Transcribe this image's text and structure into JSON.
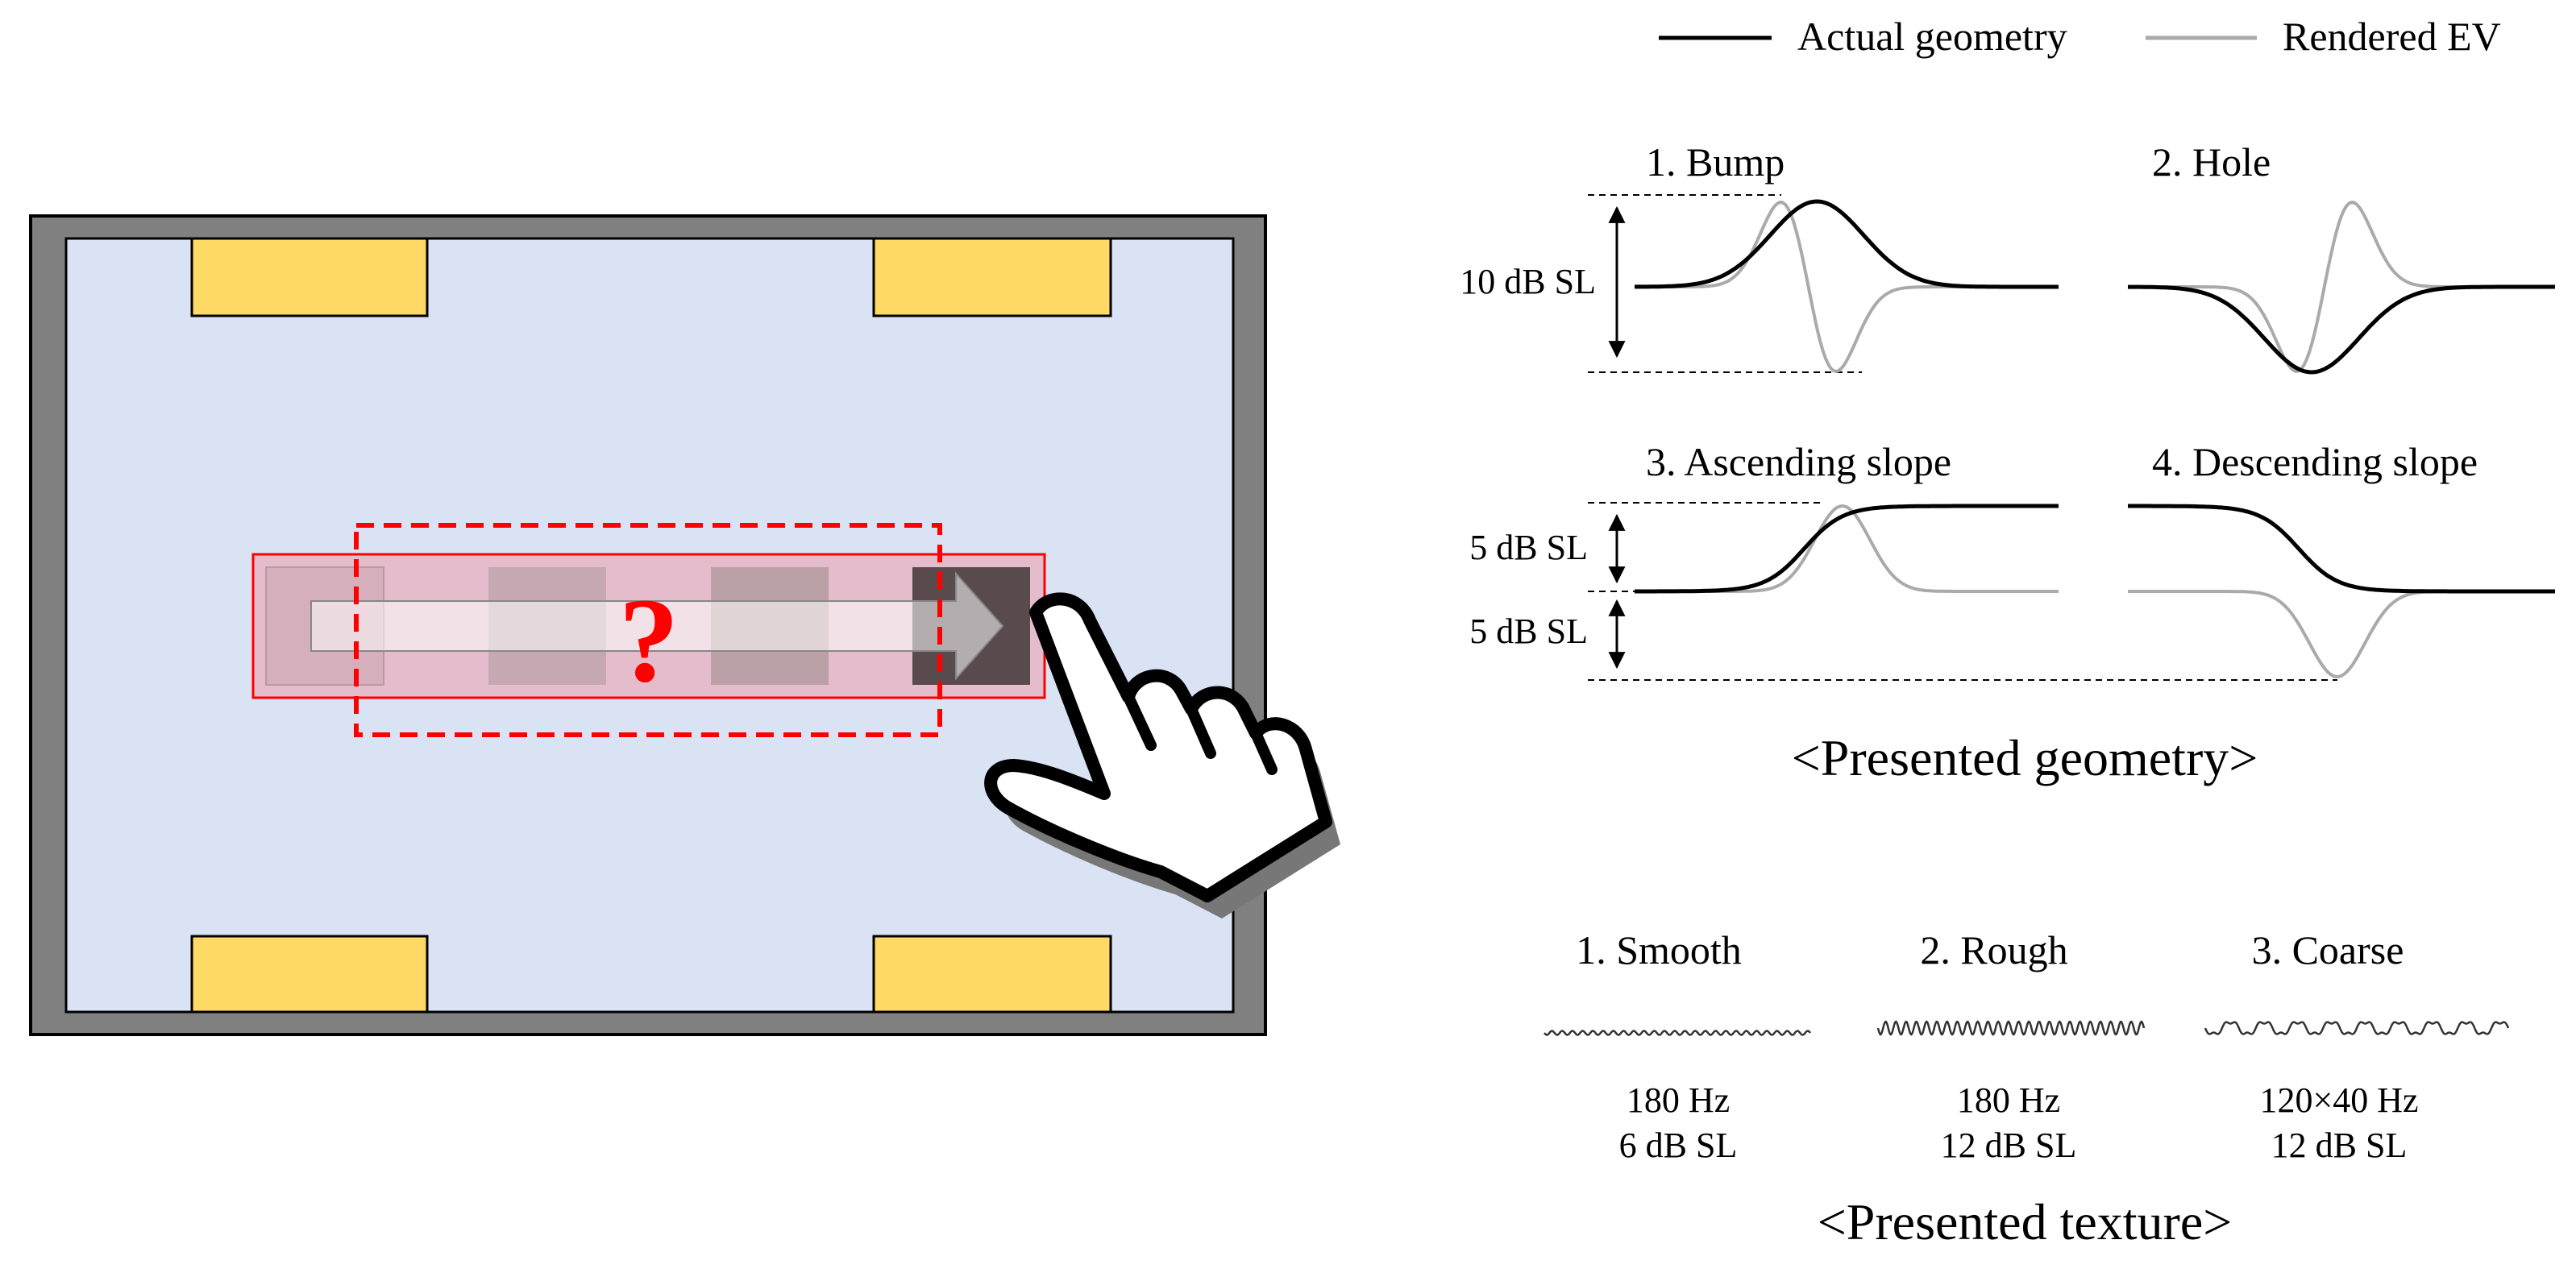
{
  "legend": {
    "actual_label": "Actual geometry",
    "rendered_label": "Rendered EV",
    "actual_color": "#000000",
    "rendered_color": "#aaaaaa"
  },
  "device": {
    "question_mark": "?",
    "frame_color": "#808080",
    "panel_color": "#dae3f3",
    "pad_color": "#ffd966",
    "highlight_color": "#ff0000"
  },
  "geometry": {
    "panels": [
      {
        "label": "1. Bump"
      },
      {
        "label": "2. Hole"
      },
      {
        "label": "3. Ascending slope"
      },
      {
        "label": "4. Descending slope"
      }
    ],
    "amp_top": "10 dB SL",
    "amp_mid_upper": "5 dB SL",
    "amp_mid_lower": "5 dB SL",
    "section_title": "<Presented geometry>"
  },
  "texture": {
    "items": [
      {
        "label": "1. Smooth",
        "freq": "180 Hz",
        "level": "6 dB SL"
      },
      {
        "label": "2. Rough",
        "freq": "180 Hz",
        "level": "12 dB SL"
      },
      {
        "label": "3. Coarse",
        "freq": "120×40 Hz",
        "level": "12 dB SL"
      }
    ],
    "section_title": "<Presented texture>"
  }
}
